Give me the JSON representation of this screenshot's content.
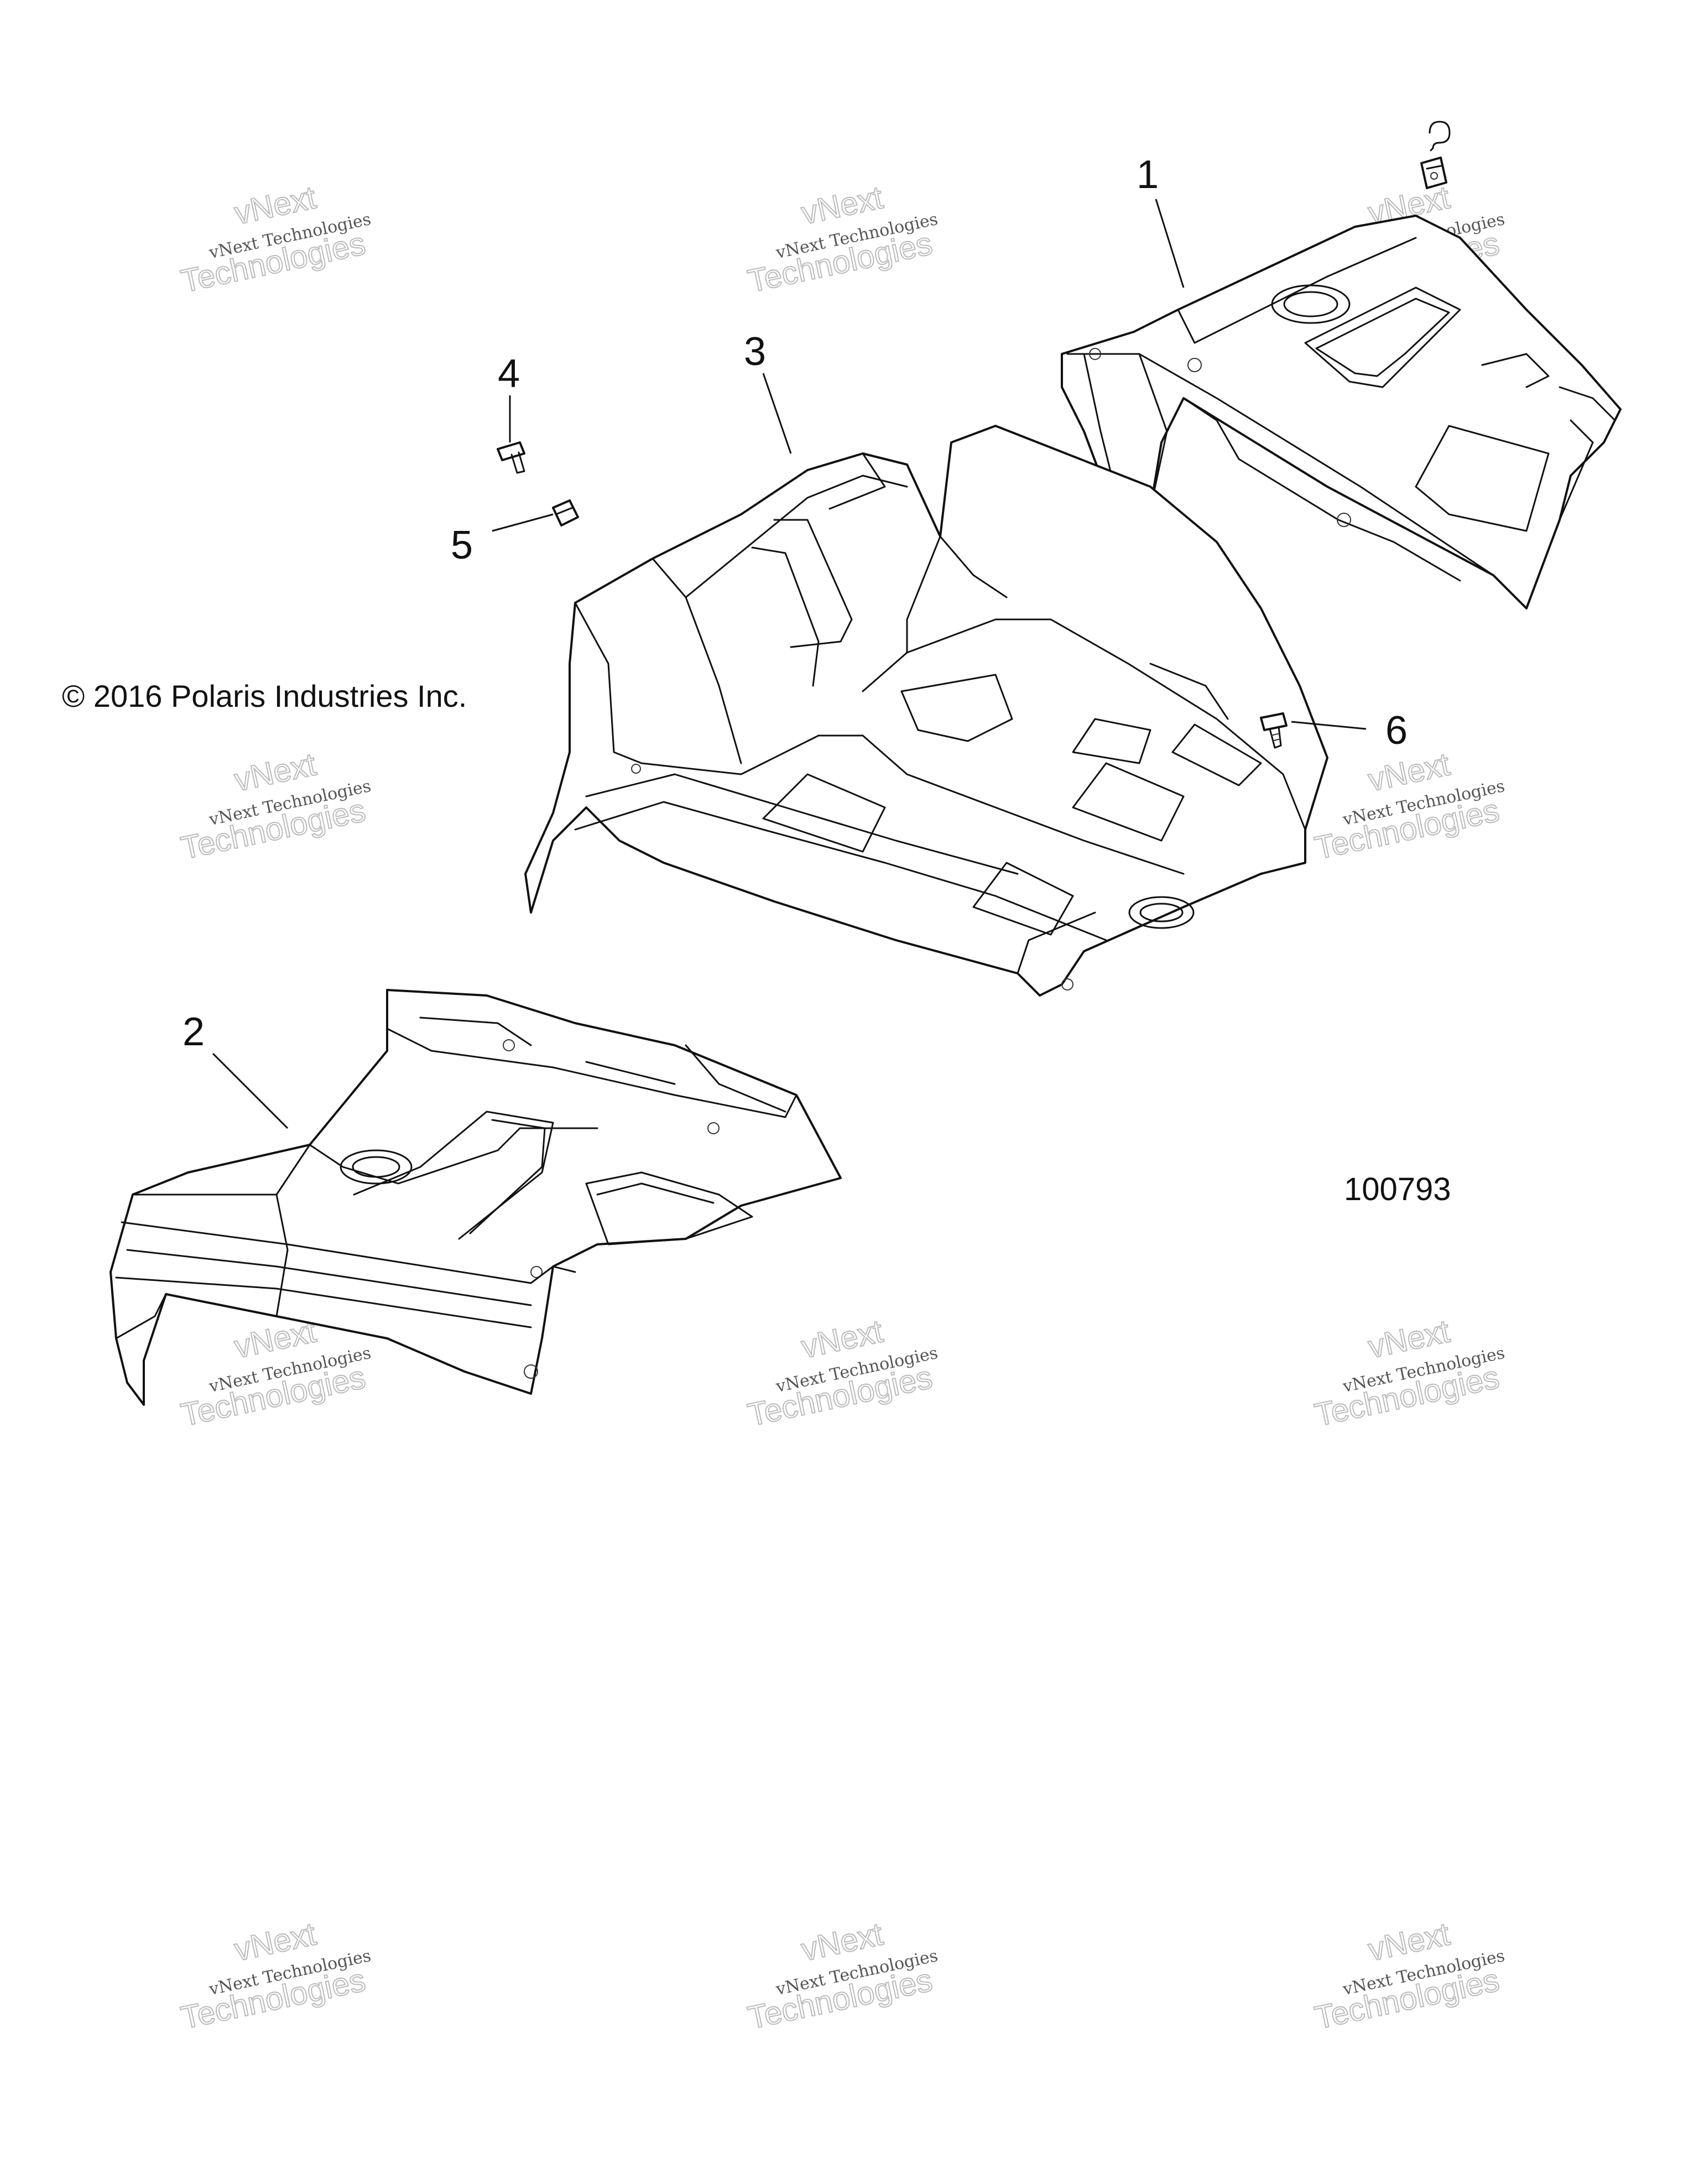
{
  "copyright": "© 2016 Polaris Industries Inc.",
  "figure_number": "100793",
  "watermark": {
    "line1": "vNext",
    "line2": "vNext Technologies",
    "line3": "Technologies"
  },
  "callouts": [
    {
      "id": "1",
      "label": "1"
    },
    {
      "id": "2",
      "label": "2"
    },
    {
      "id": "3",
      "label": "3"
    },
    {
      "id": "4",
      "label": "4"
    },
    {
      "id": "5",
      "label": "5"
    },
    {
      "id": "6",
      "label": "6"
    }
  ]
}
